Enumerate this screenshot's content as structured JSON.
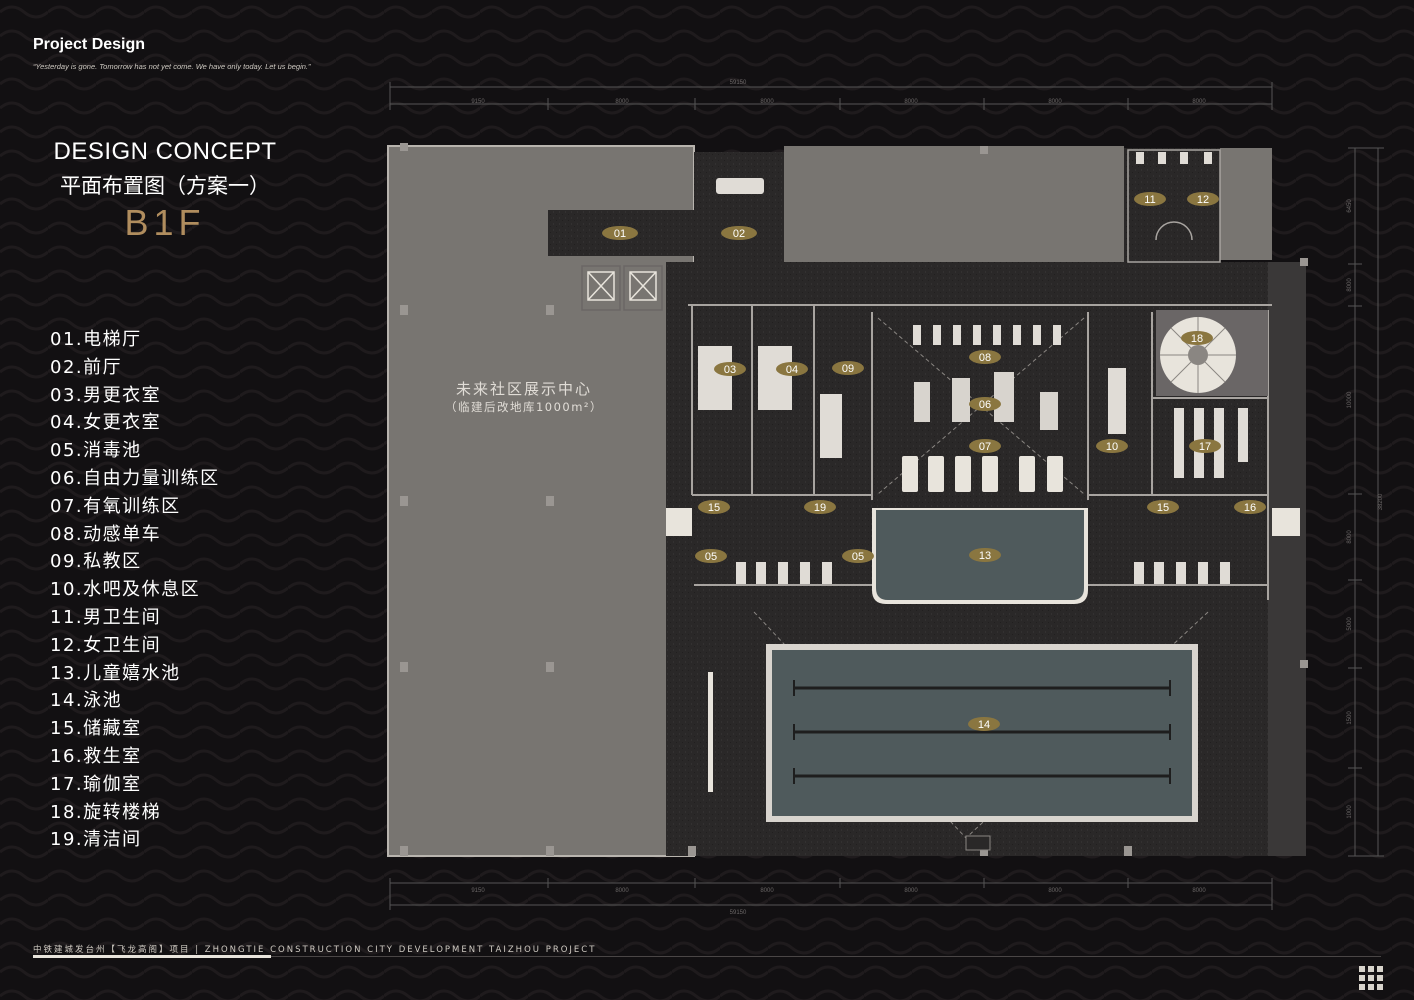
{
  "header": {
    "brand": "Project Design",
    "motto": "“Yesterday is gone. Tomorrow has not yet come. We have only today. Let us begin.”"
  },
  "concept": {
    "title": "DESIGN CONCEPT",
    "plan_title": "平面布置图（方案一）",
    "floor": "B1F"
  },
  "legend": [
    "01.电梯厅",
    "02.前厅",
    "03.男更衣室",
    "04.女更衣室",
    "05.消毒池",
    "06.自由力量训练区",
    "07.有氧训练区",
    "08.动感单车",
    "09.私教区",
    "10.水吧及休息区",
    "11.男卫生间",
    "12.女卫生间",
    "13.儿童嬉水池",
    "14.泳池",
    "15.储藏室",
    "16.救生室",
    "17.瑜伽室",
    "18.旋转楼梯",
    "19.清洁间"
  ],
  "plan": {
    "area_name": "未来社区展示中心",
    "area_note": "（临建后改地库1000m²）",
    "top_total": "59150",
    "top_segments": [
      "9150",
      "8000",
      "8000",
      "8000",
      "8000",
      "8000"
    ],
    "bottom_total": "59150",
    "bottom_segments": [
      "9150",
      "8000",
      "8000",
      "8000",
      "8000",
      "8000"
    ],
    "right_total": "38200",
    "right_segments": [
      "6450",
      "8000",
      "10000",
      "8000",
      "5000",
      "1500",
      "1000"
    ],
    "tags": [
      "01",
      "02",
      "03",
      "04",
      "05",
      "05",
      "06",
      "07",
      "08",
      "09",
      "10",
      "11",
      "12",
      "13",
      "14",
      "15",
      "15",
      "16",
      "17",
      "18",
      "19"
    ]
  },
  "footer": {
    "text": "中铁建城发台州【飞龙高阁】项目 | ZHONGTIE CONSTRUCTION CITY DEVELOPMENT TAIZHOU PROJECT"
  },
  "colors": {
    "background": "#121012",
    "slab_grey": "#787571",
    "floor_dark": "#2a2828",
    "tag_gold": "#8a7640",
    "water": "#4f5a5c",
    "accent_gold": "#b08d5e"
  }
}
